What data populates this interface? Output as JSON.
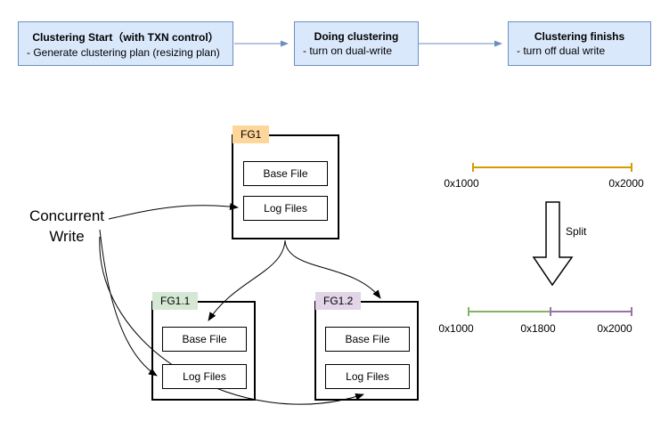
{
  "flow": {
    "box_fill": "#dae8fc",
    "box_border": "#6c8ebf",
    "steps": [
      {
        "title": "Clustering Start（with TXN control）",
        "subtitle": "- Generate clustering plan (resizing plan)"
      },
      {
        "title": "Doing clustering",
        "subtitle": "- turn on dual-write"
      },
      {
        "title": "Clustering finishs",
        "subtitle": "- turn off dual write"
      }
    ]
  },
  "diagram": {
    "concurrent_write_label": "Concurrent\nWrite",
    "file_groups": [
      {
        "label": "FG1",
        "label_color": "#ffd699",
        "files": [
          "Base File",
          "Log Files"
        ]
      },
      {
        "label": "FG1.1",
        "label_color": "#d5e8d4",
        "files": [
          "Base File",
          "Log Files"
        ]
      },
      {
        "label": "FG1.2",
        "label_color": "#e1d5e7",
        "files": [
          "Base File",
          "Log Files"
        ]
      }
    ]
  },
  "ranges": {
    "before": {
      "start_label": "0x1000",
      "end_label": "0x2000",
      "color": "#d79b00"
    },
    "split_label": "Split",
    "after": {
      "tick_labels": [
        "0x1000",
        "0x1800",
        "0x2000"
      ],
      "segments": [
        {
          "from": "0x1000",
          "to": "0x1800",
          "color": "#82b366"
        },
        {
          "from": "0x1800",
          "to": "0x2000",
          "color": "#9673a6"
        }
      ]
    }
  }
}
